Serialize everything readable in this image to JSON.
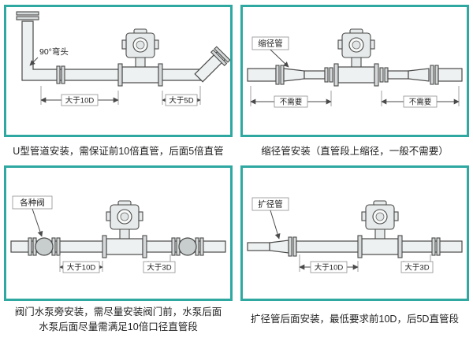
{
  "theme": {
    "panel_border": "#2ea8a1",
    "background": "#ffffff",
    "line_color": "#4a4a4a",
    "caption_color": "#1f1f1f"
  },
  "panels": [
    {
      "name": "u-type-installation",
      "callout": "90°弯头",
      "dim1": "大于10D",
      "dim2": "大于5D",
      "caption1": "U型管道安装，需保证前10倍直管，后面5倍直管"
    },
    {
      "name": "reducer-installation",
      "callout": "缩径管",
      "dim1": "不需要",
      "dim2": "不需要",
      "caption1": "缩径管安装（直管段上缩径，一般不需要）"
    },
    {
      "name": "valve-pump-installation",
      "callout": "各种阀",
      "dim1": "大于10D",
      "dim2": "大于3D",
      "caption1": "阀门水泵旁安装，需尽量安装阀门前，水泵后面",
      "caption2": "水泵后面尽量需满足10倍口径直管段"
    },
    {
      "name": "expander-installation",
      "callout": "扩径管",
      "dim1": "大于10D",
      "dim2": "大于3D",
      "caption1": "扩径管后面安装，最低要求前10D，后5D直管段"
    }
  ]
}
